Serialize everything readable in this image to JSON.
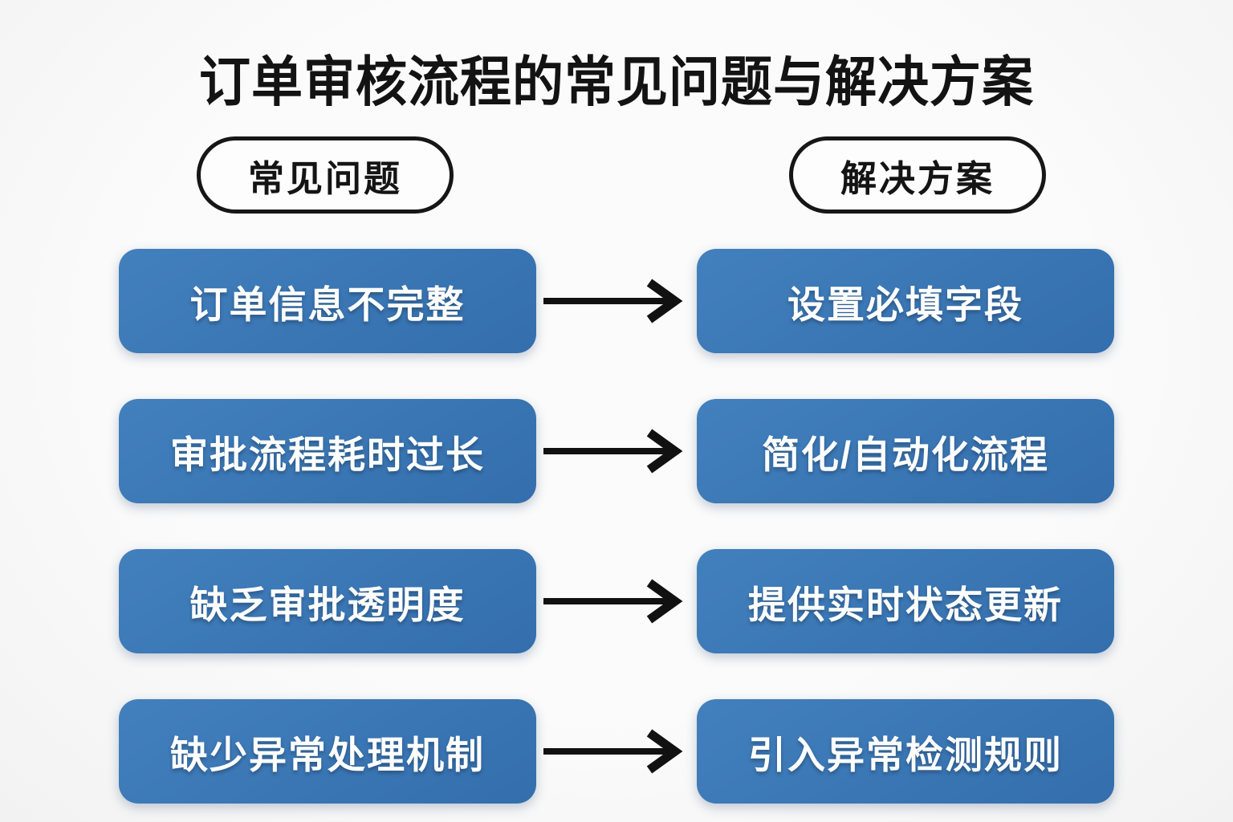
{
  "title": "订单审核流程的常见问题与解决方案",
  "columns": {
    "problems_header": "常见问题",
    "solutions_header": "解决方案"
  },
  "rows": [
    {
      "problem": "订单信息不完整",
      "solution": "设置必填字段"
    },
    {
      "problem": "审批流程耗时过长",
      "solution": "简化/自动化流程"
    },
    {
      "problem": "缺乏审批透明度",
      "solution": "提供实时状态更新"
    },
    {
      "problem": "缺少异常处理机制",
      "solution": "引入异常检测规则"
    }
  ],
  "colors": {
    "box_blue": "#3a76b4",
    "box_text": "#ffffff",
    "ink_black": "#141414",
    "background": "#f7f7f7"
  },
  "icons": {
    "arrow": "right-arrow"
  }
}
